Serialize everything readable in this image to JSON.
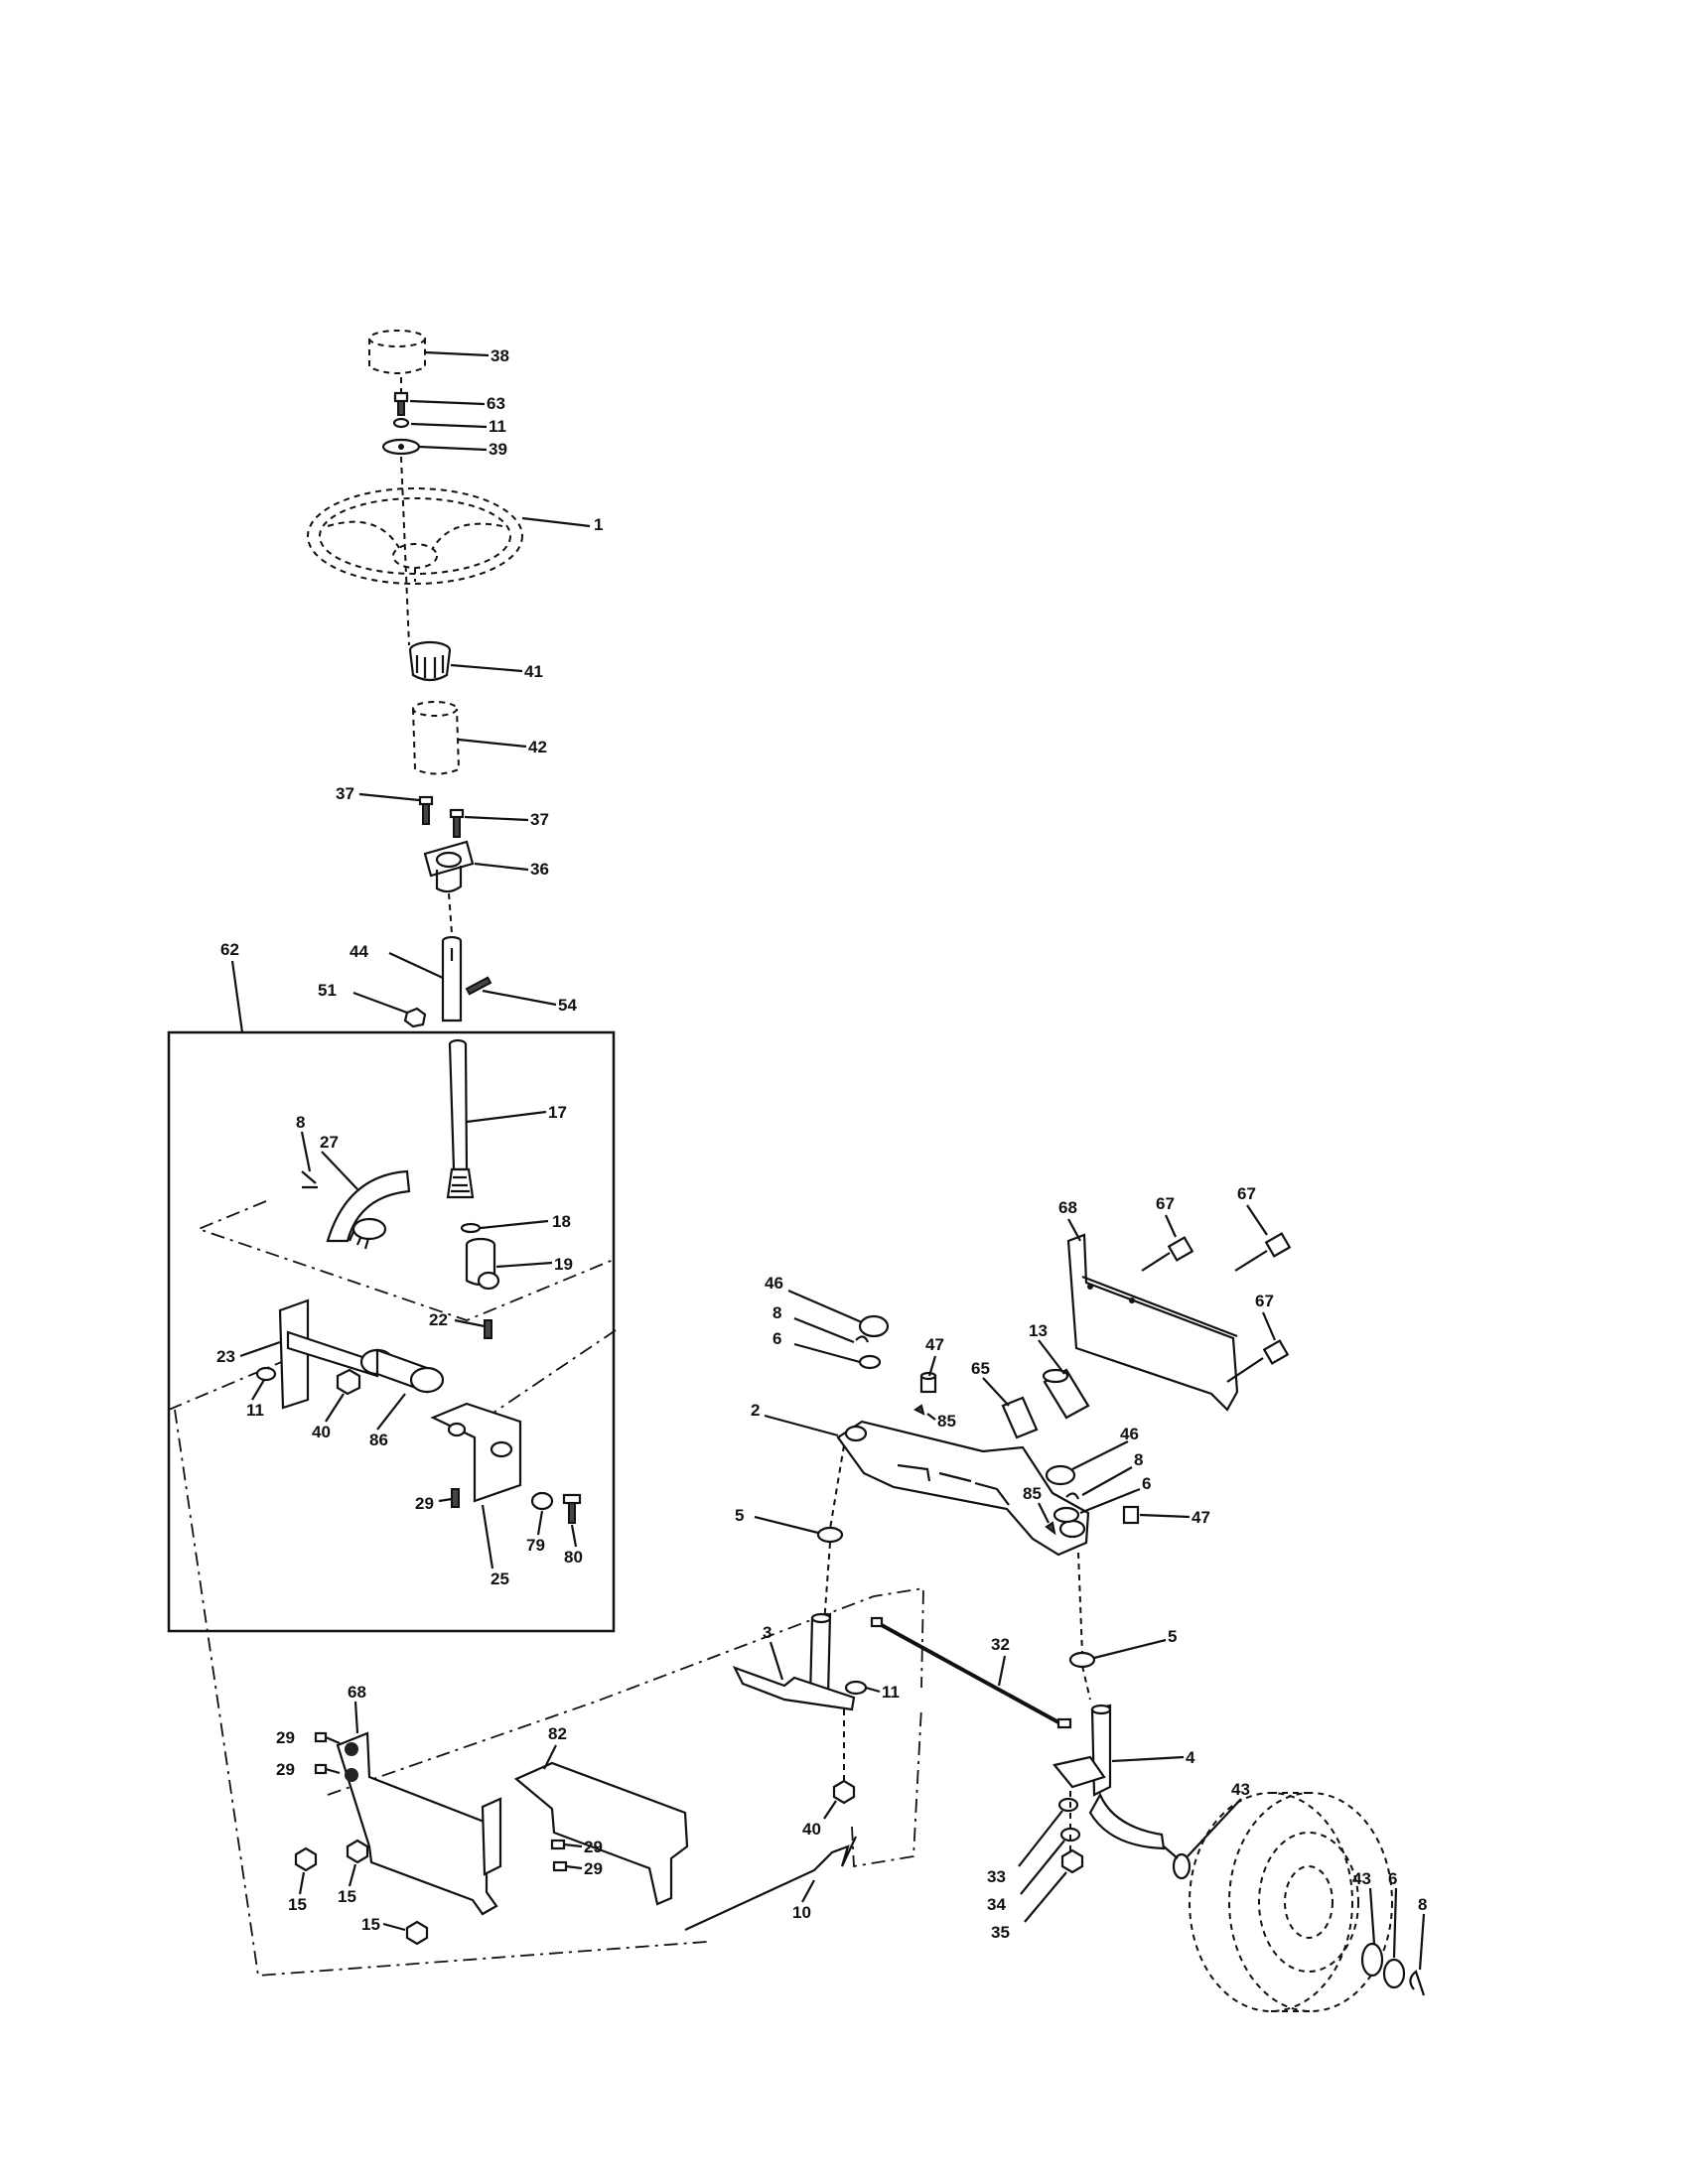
{
  "labels": {
    "p1": "1",
    "p2": "2",
    "p3": "3",
    "p4": "4",
    "p5a": "5",
    "p5b": "5",
    "p6a": "6",
    "p6b": "6",
    "p6c": "6",
    "p8a": "8",
    "p8b": "8",
    "p8c": "8",
    "p8d": "8",
    "p10": "10",
    "p11a": "11",
    "p11b": "11",
    "p11c": "11",
    "p13": "13",
    "p15a": "15",
    "p15b": "15",
    "p15c": "15",
    "p17": "17",
    "p18": "18",
    "p19": "19",
    "p22": "22",
    "p23": "23",
    "p25": "25",
    "p27": "27",
    "p29a": "29",
    "p29b": "29",
    "p29c": "29",
    "p29d": "29",
    "p29e": "29",
    "p32": "32",
    "p33": "33",
    "p34": "34",
    "p35": "35",
    "p36": "36",
    "p37a": "37",
    "p37b": "37",
    "p38": "38",
    "p39": "39",
    "p40a": "40",
    "p40b": "40",
    "p41": "41",
    "p42": "42",
    "p43a": "43",
    "p43b": "43",
    "p44": "44",
    "p46a": "46",
    "p46b": "46",
    "p47a": "47",
    "p47b": "47",
    "p51": "51",
    "p54": "54",
    "p62": "62",
    "p63": "63",
    "p65": "65",
    "p67a": "67",
    "p67b": "67",
    "p67c": "67",
    "p68a": "68",
    "p68b": "68",
    "p79": "79",
    "p80": "80",
    "p82": "82",
    "p85a": "85",
    "p85b": "85",
    "p86": "86"
  }
}
